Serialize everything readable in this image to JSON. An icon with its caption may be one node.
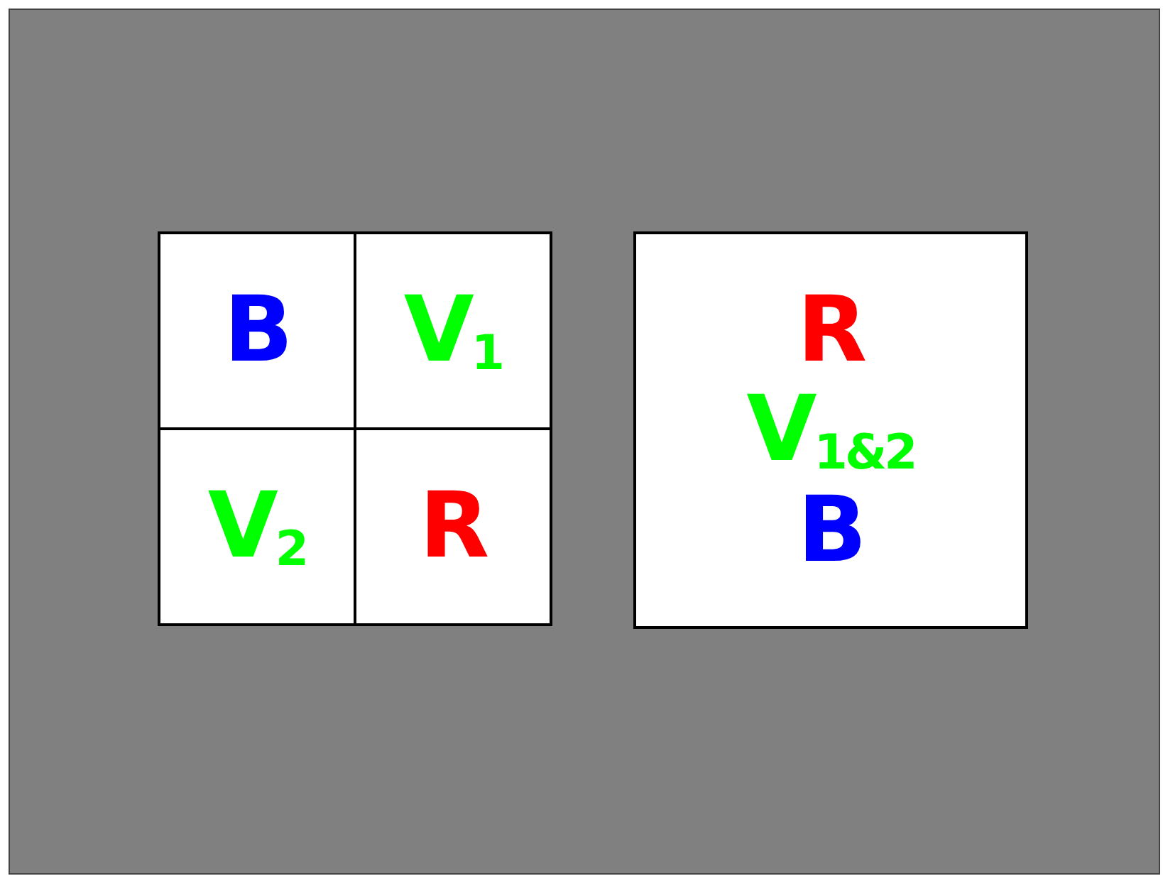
{
  "diagram": {
    "nodes": [
      {
        "text": [],
        "shape": "box"
      },
      {
        "text": [
          "B"
        ],
        "in": 0
      },
      {
        "text": [
          "V$_{1}$"
        ],
        "in": 0
      },
      {
        "text": [
          "V$_{2}$"
        ],
        "in": 0
      },
      {
        "text": [
          "R"
        ],
        "in": 0
      },
      {
        "text": [
          "R",
          "V$_{1&2}$",
          "B"
        ]
      }
    ]
  }
}
